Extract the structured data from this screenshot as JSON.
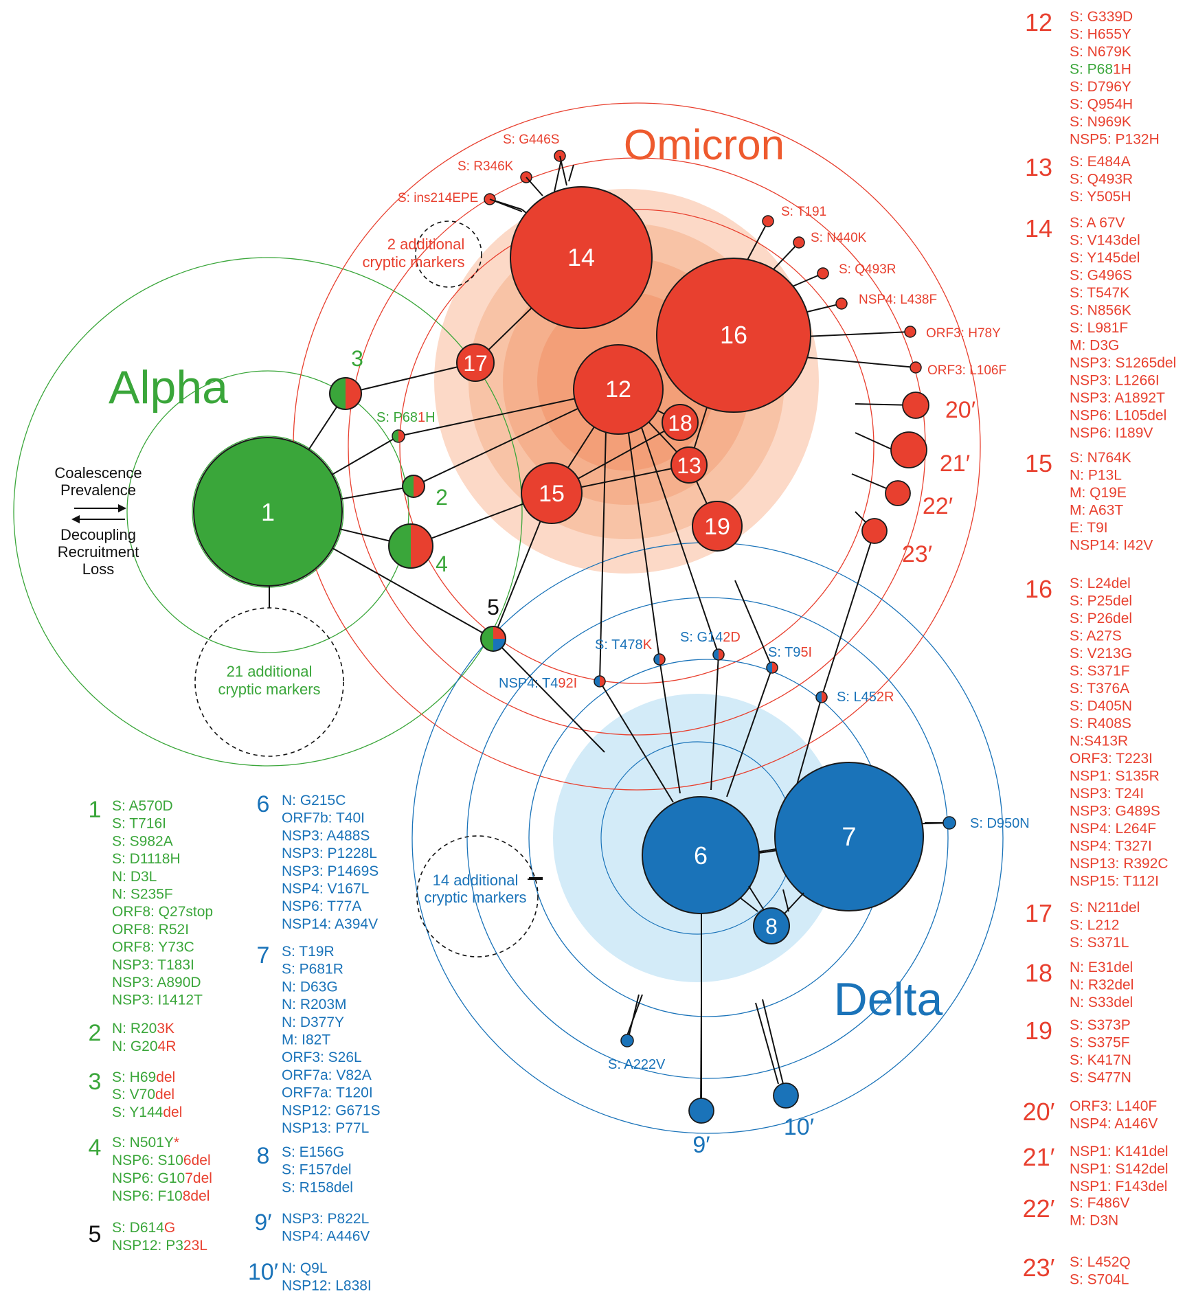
{
  "colors": {
    "alpha": "#3aa63a",
    "omicron": "#e8402f",
    "delta": "#1a73b9",
    "omicron_halo": "#f7c7ad",
    "delta_halo": "#d3ebf8",
    "node_stroke": "#1a1a1a"
  },
  "titles": {
    "alpha": "Alpha",
    "omicron": "Omicron",
    "delta": "Delta"
  },
  "legend_text": {
    "arrows_top_1": "Coalescence",
    "arrows_top_2": "Prevalence",
    "arrows_bottom_1": "Decoupling",
    "arrows_bottom_2": "Recruitment",
    "arrows_bottom_3": "Loss"
  },
  "cryptic": {
    "alpha": {
      "line1": "21 additional",
      "line2": "cryptic markers"
    },
    "omicron": {
      "line1": "2 additional",
      "line2": "cryptic markers"
    },
    "delta": {
      "line1": "14 additional",
      "line2": "cryptic markers"
    }
  },
  "nodes": {
    "n1": "1",
    "n2": "2",
    "n3": "3",
    "n4": "4",
    "n5": "5",
    "n6": "6",
    "n7": "7",
    "n8": "8",
    "n9": "9′",
    "n10": "10′",
    "n12": "12",
    "n13": "13",
    "n14": "14",
    "n15": "15",
    "n16": "16",
    "n17": "17",
    "n18": "18",
    "n19": "19",
    "n20": "20′",
    "n21": "21′",
    "n22": "22′",
    "n23": "23′"
  },
  "marker_labels": {
    "g446s": "S: G446S",
    "r346k": "S: R346K",
    "ins214": "S: ins214EPE",
    "t191": "S: T191",
    "n440k": "S: N440K",
    "q493r": "S: Q493R",
    "l438f": "NSP4: L438F",
    "h78y": "ORF3: H78Y",
    "l106f": "ORF3: L106F",
    "p681h": {
      "a": "S: P68",
      "b": "1",
      "c": "H"
    },
    "t478k": {
      "a": "S: T478",
      "b": "K"
    },
    "g142d": {
      "a": "S: G14",
      "b": "2D"
    },
    "t95i": {
      "a": "S: T9",
      "b": "5I"
    },
    "t492i": {
      "a": "NSP4: T4",
      "b": "92I"
    },
    "l452r": {
      "a": "S: L45",
      "b": "2R"
    },
    "d950n": "S: D950N",
    "a222v": "S: A222V"
  },
  "mutation_lists": {
    "alpha_delta": [
      {
        "id": "1",
        "items": [
          "S: A570D",
          "S: T716I",
          "S: S982A",
          "S: D1118H",
          "N: D3L",
          "N: S235F",
          "ORF8: Q27stop",
          "ORF8: R52I",
          "ORF8: Y73C",
          "NSP3: T183I",
          "NSP3: A890D",
          "NSP3: I1412T"
        ]
      },
      {
        "id": "6",
        "items": [
          "N: G215C",
          "ORF7b: T40I",
          "NSP3: A488S",
          "NSP3: P1228L",
          "NSP3: P1469S",
          "NSP4: V167L",
          "NSP6: T77A",
          "NSP14: A394V"
        ]
      },
      {
        "id": "7",
        "items": [
          "S: T19R",
          "S: P681R",
          "N: D63G",
          "N: R203M",
          "N: D377Y",
          "M: I82T",
          "ORF3: S26L",
          "ORF7a: V82A",
          "ORF7a: T120I",
          "NSP12: G671S",
          "NSP13: P77L"
        ]
      },
      {
        "id": "8",
        "items": [
          "S: E156G",
          "S: F157del",
          "S: R158del"
        ]
      },
      {
        "id": "9′",
        "items": [
          "NSP3: P822L",
          "NSP4: A446V"
        ]
      },
      {
        "id": "10′",
        "items": [
          "N: Q9L",
          "NSP12: L838I"
        ]
      }
    ],
    "mixed": {
      "m2": {
        "id": "2",
        "l1a": "N: R20",
        "l1b": "3K",
        "l2a": "N: G20",
        "l2b": "4R"
      },
      "m3": {
        "id": "3",
        "l1a": "S: H69",
        "l1b": "del",
        "l2a": "S: V70",
        "l2b": "del",
        "l3a": "S: Y144",
        "l3b": "del"
      },
      "m4": {
        "id": "4",
        "l1a": "S: N501Y",
        "l1b": "*",
        "l2a": "NSP6: S10",
        "l2b": "6del",
        "l3a": "NSP6: G10",
        "l3b": "7del",
        "l4a": "NSP6: F10",
        "l4b": "8del"
      },
      "m5": {
        "id": "5",
        "l1a": "S: D614",
        "l1b": "G",
        "l2a": "NSP12: P3",
        "l2b": "23L"
      }
    },
    "omicron": [
      {
        "id": "12",
        "items": [
          "S: G339D",
          "S: H655Y",
          "S: N679K",
          "S: P681H",
          "S: D796Y",
          "S: Q954H",
          "S: N969K",
          "NSP5: P132H"
        ]
      },
      {
        "id": "13",
        "items": [
          "S: E484A",
          "S: Q493R",
          "S: Y505H"
        ]
      },
      {
        "id": "14",
        "items": [
          "S: A 67V",
          "S: V143del",
          "S: Y145del",
          "S: G496S",
          "S: T547K",
          "S: N856K",
          "S: L981F",
          "M: D3G",
          "NSP3: S1265del",
          "NSP3: L1266I",
          "NSP3: A1892T",
          "NSP6: L105del",
          "NSP6: I189V"
        ]
      },
      {
        "id": "15",
        "items": [
          "S: N764K",
          "N: P13L",
          "M: Q19E",
          "M: A63T",
          "E: T9I",
          "NSP14: I42V"
        ]
      },
      {
        "id": "16",
        "items": [
          "S: L24del",
          "S: P25del",
          "S: P26del",
          "S: A27S",
          "S: V213G",
          "S: S371F",
          "S: T376A",
          "S: D405N",
          "S: R408S",
          "N:S413R",
          "ORF3: T223I",
          "NSP1: S135R",
          "NSP3: T24I",
          "NSP3: G489S",
          "NSP4: L264F",
          "NSP4: T327I",
          "NSP13: R392C",
          "NSP15: T112I"
        ]
      },
      {
        "id": "17",
        "items": [
          "S: N211del",
          "S: L212",
          "S: S371L"
        ]
      },
      {
        "id": "18",
        "items": [
          "N: E31del",
          "N: R32del",
          "N: S33del"
        ]
      },
      {
        "id": "19",
        "items": [
          "S: S373P",
          "S: S375F",
          "S: K417N",
          "S: S477N"
        ]
      },
      {
        "id": "20′",
        "items": [
          "ORF3: L140F",
          "NSP4: A146V"
        ]
      },
      {
        "id": "21′",
        "items": [
          "NSP1: K141del",
          "NSP1: S142del",
          "NSP1: F143del"
        ]
      },
      {
        "id": "22′",
        "items": [
          "S: F486V",
          "M: D3N"
        ]
      },
      {
        "id": "23′",
        "items": [
          "S: L452Q",
          "S: S704L"
        ]
      }
    ]
  }
}
